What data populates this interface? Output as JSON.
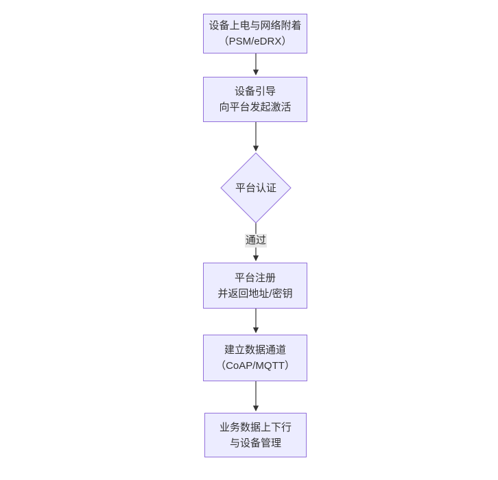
{
  "flowchart": {
    "description": "Vertical NB-IoT device-to-platform connection flowchart",
    "colors": {
      "background": "#ffffff",
      "node_fill": "#ECECFF",
      "node_border": "#9370DB",
      "text": "#333333",
      "arrow": "#333333",
      "edge_label_bg": "#e8e8e8"
    },
    "nodes": [
      {
        "name": "power-attach",
        "shape": "rect",
        "lines": [
          "设备上电与网络附着",
          "（PSM/eDRX）"
        ]
      },
      {
        "name": "bootstrap",
        "shape": "rect",
        "lines": [
          "设备引导",
          "向平台发起激活"
        ]
      },
      {
        "name": "platform-auth",
        "shape": "diamond",
        "lines": [
          "平台认证"
        ]
      },
      {
        "name": "platform-register",
        "shape": "rect",
        "lines": [
          "平台注册",
          "并返回地址/密钥"
        ]
      },
      {
        "name": "data-channel",
        "shape": "rect",
        "lines": [
          "建立数据通道",
          "（CoAP/MQTT）"
        ]
      },
      {
        "name": "business-data",
        "shape": "rect",
        "lines": [
          "业务数据上下行",
          "与设备管理"
        ]
      }
    ],
    "edges": [
      {
        "from": "power-attach",
        "to": "bootstrap",
        "label": ""
      },
      {
        "from": "bootstrap",
        "to": "platform-auth",
        "label": ""
      },
      {
        "from": "platform-auth",
        "to": "platform-register",
        "label": "通过"
      },
      {
        "from": "platform-register",
        "to": "data-channel",
        "label": ""
      },
      {
        "from": "data-channel",
        "to": "business-data",
        "label": ""
      }
    ]
  }
}
